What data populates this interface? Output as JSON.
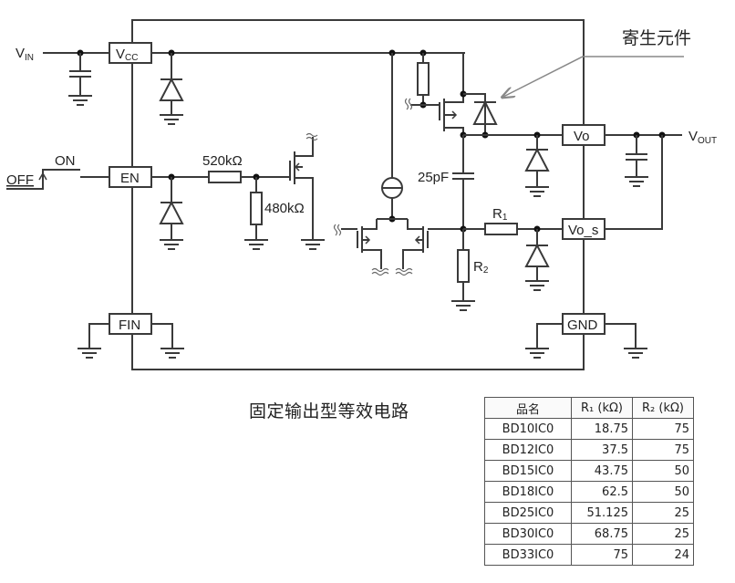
{
  "diagram": {
    "pins": {
      "vcc": {
        "main": "V",
        "sub": "CC"
      },
      "en": "EN",
      "fin": "FIN",
      "vo": "Vo",
      "vo_s": "Vo_s",
      "gnd": "GND"
    },
    "external_labels": {
      "vin": {
        "main": "V",
        "sub": "IN"
      },
      "vout": {
        "main": "V",
        "sub": "OUT"
      },
      "switch_on": "ON",
      "switch_off": "OFF"
    },
    "components": {
      "resistor_en_series": "520kΩ",
      "resistor_en_pulldown": "480kΩ",
      "capacitor_feedback": "25pF",
      "r1": {
        "main": "R",
        "sub": "1"
      },
      "r2": {
        "main": "R",
        "sub": "2"
      }
    },
    "annotation": "寄生元件",
    "colors": {
      "line": "#3a3a3a",
      "text": "#222222",
      "annotation_line": "#888888"
    }
  },
  "caption": "固定输出型等效电路",
  "table": {
    "headers": [
      "品名",
      "R₁ (kΩ)",
      "R₂ (kΩ)"
    ],
    "rows": [
      {
        "name": "BD10IC0",
        "r1": "18.75",
        "r2": "75"
      },
      {
        "name": "BD12IC0",
        "r1": "37.5",
        "r2": "75"
      },
      {
        "name": "BD15IC0",
        "r1": "43.75",
        "r2": "50"
      },
      {
        "name": "BD18IC0",
        "r1": "62.5",
        "r2": "50"
      },
      {
        "name": "BD25IC0",
        "r1": "51.125",
        "r2": "25"
      },
      {
        "name": "BD30IC0",
        "r1": "68.75",
        "r2": "25"
      },
      {
        "name": "BD33IC0",
        "r1": "75",
        "r2": "24"
      }
    ]
  }
}
